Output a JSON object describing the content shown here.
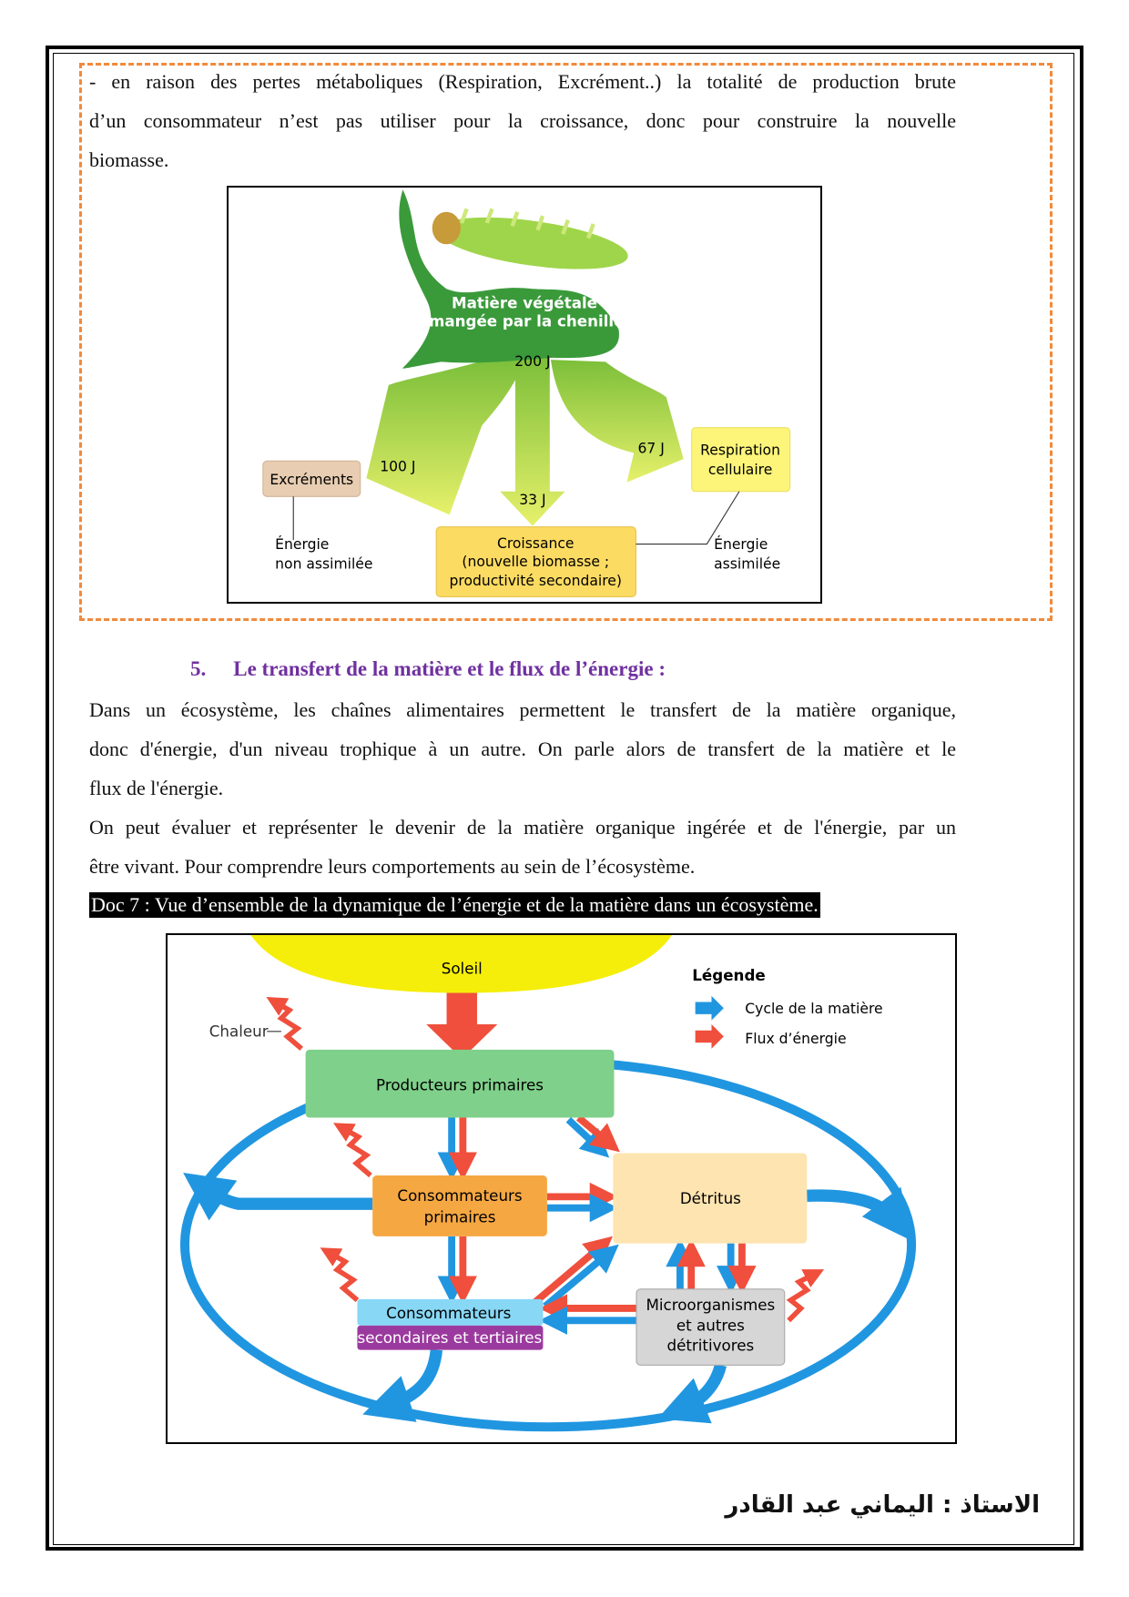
{
  "box_text": {
    "line1": "- en raison des pertes métaboliques (Respiration, Excrément..) la totalité de production brute",
    "line2": "d’un consommateur n’est pas utiliser pour la croissance, donc pour construire la nouvelle",
    "line3": "biomasse."
  },
  "figure1": {
    "title_line1": "Matière végétale",
    "title_line2": "mangée par la chenille",
    "total": "200 J",
    "excrement_value": "100 J",
    "respiration_value": "67 J",
    "growth_value": "33 J",
    "excrements": "Excréments",
    "respiration_line1": "Respiration",
    "respiration_line2": "cellulaire",
    "croissance_line1": "Croissance",
    "croissance_line2": "(nouvelle biomasse ;",
    "croissance_line3": "productivité secondaire)",
    "non_assim_line1": "Énergie",
    "non_assim_line2": "non assimilée",
    "assim_line1": "Énergie",
    "assim_line2": "assimilée"
  },
  "section": {
    "number": "5.",
    "title": "Le transfert de la matière et le flux de l’énergie :",
    "p1_line1": "Dans un écosystème, les chaînes alimentaires permettent le transfert de la matière organique,",
    "p1_line2": "donc d'énergie, d'un niveau trophique à un autre. On parle alors de transfert de la matière et le",
    "p1_line3": "flux de l'énergie.",
    "p2_line1": "On peut évaluer et représenter le devenir de la matière organique ingérée et de l'énergie, par un",
    "p2_line2": "être vivant. Pour comprendre leurs comportements au sein de l’écosystème.",
    "caption": "Doc 7 : Vue d’ensemble de la dynamique de l’énergie et de la matière dans un écosystème."
  },
  "figure2": {
    "soleil": "Soleil",
    "chaleur": "Chaleur",
    "legend_title": "Légende",
    "legend_matter": "Cycle de la matière",
    "legend_energy": "Flux d’énergie",
    "producteurs": "Producteurs primaires",
    "cp_line1": "Consommateurs",
    "cp_line2": "primaires",
    "detritus": "Détritus",
    "cs_line1": "Consommateurs",
    "cs_line2": "secondaires et tertiaires",
    "micro_line1": "Microorganismes",
    "micro_line2": "et autres",
    "micro_line3": "détritivores",
    "colors": {
      "matter": "#2196e0",
      "energy": "#ef4f3c"
    }
  },
  "signature": "الاستاذ : اليماني عبد القادر"
}
